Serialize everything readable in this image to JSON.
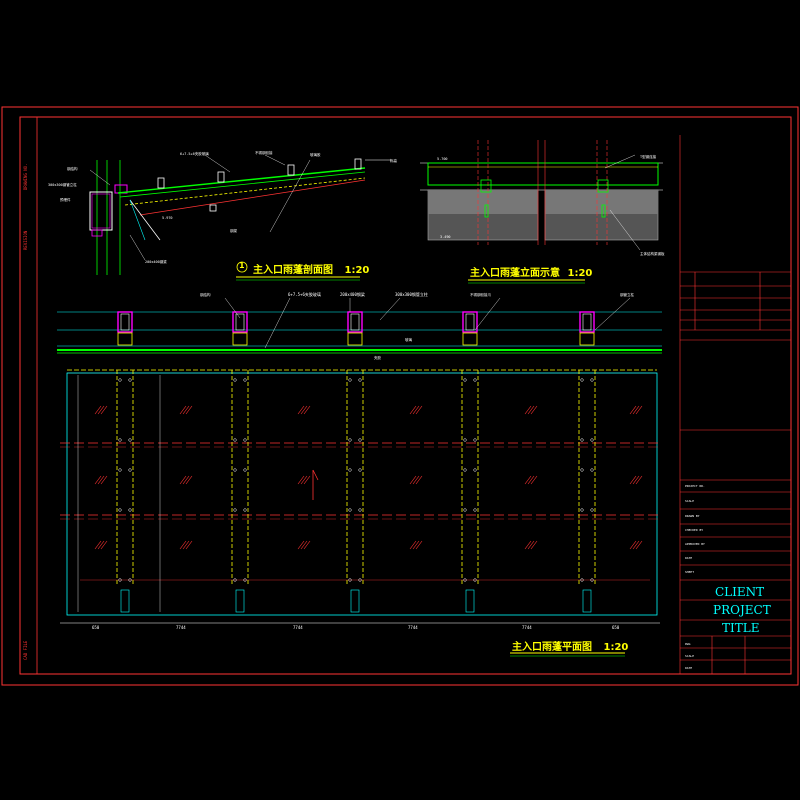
{
  "drawing": {
    "views": {
      "section": {
        "marker": "1",
        "title": "主入口雨蓬剖面图",
        "scale": "1:20"
      },
      "elevation": {
        "title": "主入口雨蓬立面示意",
        "scale": "1:20"
      },
      "plan": {
        "title": "主入口雨蓬平面图",
        "scale": "1:20"
      }
    },
    "plan_dimensions": [
      "650",
      "7744",
      "7744",
      "7744",
      "7744",
      "650"
    ],
    "plan_callouts": [
      "6+7.5+6夹胶玻璃",
      "200x400钢梁",
      "300x300钢管立柱"
    ],
    "title_block": {
      "client": "CLIENT",
      "project": "PROJECT",
      "title": "TITLE"
    }
  }
}
